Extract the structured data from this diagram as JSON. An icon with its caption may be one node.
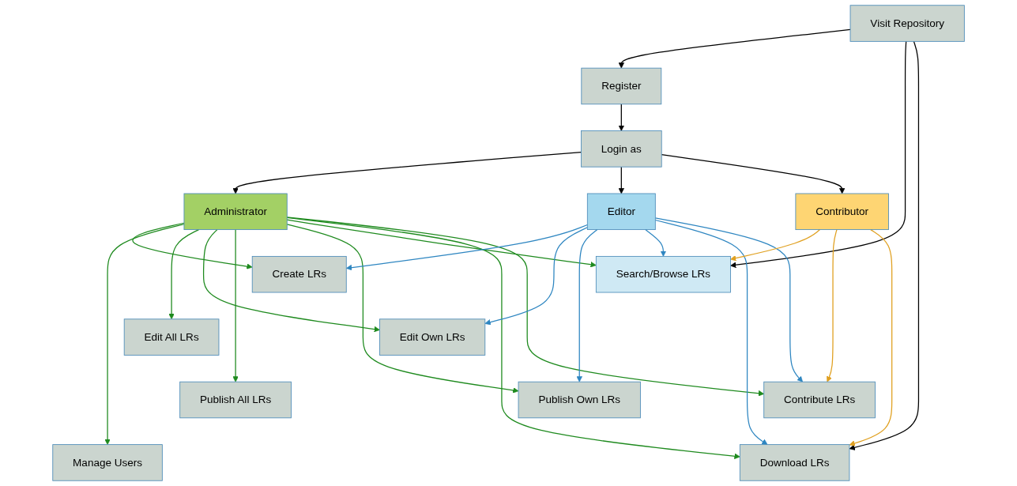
{
  "diagram": {
    "nodes": [
      {
        "text": [
          "Visit Repository"
        ]
      },
      {
        "text": [
          "Register"
        ]
      },
      {
        "text": [
          "Login as"
        ]
      },
      {
        "text": [
          "Administrator"
        ]
      },
      {
        "text": [
          "Editor"
        ]
      },
      {
        "text": [
          "Contributor"
        ]
      },
      {
        "text": [
          "Search/Browse LRs"
        ]
      },
      {
        "text": [
          "Create LRs"
        ]
      },
      {
        "text": [
          "Edit All LRs"
        ]
      },
      {
        "text": [
          "Edit Own LRs"
        ]
      },
      {
        "text": [
          "Publish All LRs"
        ]
      },
      {
        "text": [
          "Publish Own LRs"
        ]
      },
      {
        "text": [
          "Download LRs"
        ]
      },
      {
        "text": [
          "Contribute LRs"
        ]
      },
      {
        "text": [
          "Manage Users"
        ]
      }
    ],
    "edges": [
      {
        "from": 0,
        "to": 1,
        "arrow": "to",
        "color": "#000000"
      },
      {
        "from": 1,
        "to": 2,
        "arrow": "to",
        "color": "#000000"
      },
      {
        "from": 2,
        "to": 3,
        "arrow": "to",
        "color": "#000000"
      },
      {
        "from": 2,
        "to": 4,
        "arrow": "to",
        "color": "#000000"
      },
      {
        "from": 2,
        "to": 5,
        "arrow": "to",
        "color": "#000000"
      },
      {
        "from": 0,
        "to": 6,
        "arrow": "to",
        "color": "#000000"
      },
      {
        "from": 0,
        "to": 12,
        "arrow": "to",
        "color": "#000000"
      },
      {
        "from": 3,
        "to": 7,
        "arrow": "to"
      },
      {
        "from": 3,
        "to": 14,
        "arrow": "to"
      },
      {
        "from": 3,
        "to": 8,
        "arrow": "to"
      },
      {
        "from": 3,
        "to": 9,
        "arrow": "to"
      },
      {
        "from": 3,
        "to": 10,
        "arrow": "to"
      },
      {
        "from": 3,
        "to": 11,
        "arrow": "to"
      },
      {
        "from": 3,
        "to": 6,
        "arrow": "to"
      },
      {
        "from": 3,
        "to": 12,
        "arrow": "to"
      },
      {
        "from": 3,
        "to": 13,
        "arrow": "to"
      },
      {
        "from": 4,
        "to": 7,
        "arrow": "to",
        "color": "#2e86c1"
      },
      {
        "from": 4,
        "to": 9,
        "arrow": "to",
        "color": "#2e86c1"
      },
      {
        "from": 4,
        "to": 11,
        "arrow": "to",
        "color": "#2e86c1"
      },
      {
        "from": 4,
        "to": 6,
        "arrow": "to",
        "color": "#2e86c1"
      },
      {
        "from": 4,
        "to": 12,
        "arrow": "to",
        "color": "#2e86c1"
      },
      {
        "from": 4,
        "to": 13,
        "arrow": "to",
        "color": "#2e86c1"
      },
      {
        "from": 5,
        "to": 6,
        "arrow": "to",
        "color": "#e0a020"
      },
      {
        "from": 5,
        "to": 13,
        "arrow": "to",
        "color": "#e0a020"
      },
      {
        "from": 5,
        "to": 12,
        "arrow": "to",
        "color": "#e0a020"
      }
    ]
  }
}
